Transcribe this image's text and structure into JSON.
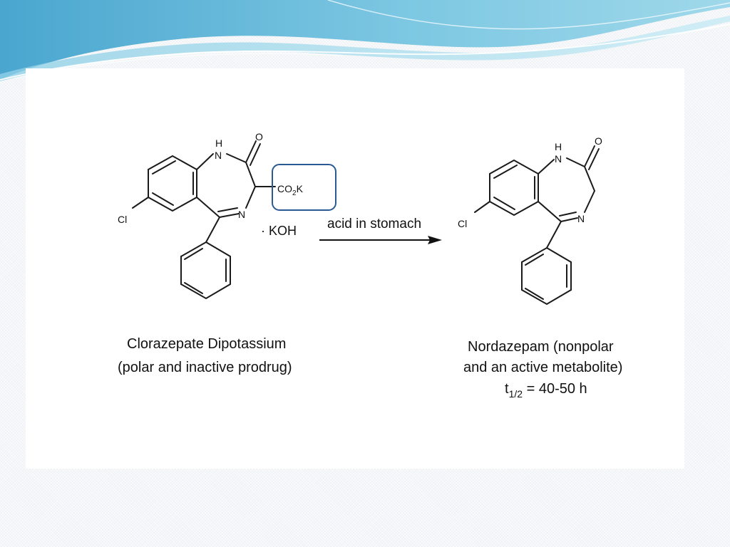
{
  "reactant": {
    "atoms": {
      "nh_h": "H",
      "nh_n": "N",
      "carbonyl_o": "O",
      "imine_n": "N",
      "cl": "Cl",
      "carboxylate": "CO",
      "carboxylate_sub": "2",
      "carboxylate_k": "K"
    },
    "salt": "· KOH",
    "caption_line1": "Clorazepate Dipotassium",
    "caption_line2": "(polar and inactive prodrug)"
  },
  "arrow": {
    "label": "acid in stomach"
  },
  "product": {
    "atoms": {
      "nh_h": "H",
      "nh_n": "N",
      "carbonyl_o": "O",
      "imine_n": "N",
      "cl": "Cl"
    },
    "caption_line1": "Nordazepam (nonpolar",
    "caption_line2": "and an active metabolite)",
    "halflife_t": "t",
    "halflife_sub": "1/2",
    "halflife_value": " = 40-50 h"
  },
  "colors": {
    "highlight_box": "#2a5a94",
    "wave_primary": "#5ab4d6",
    "wave_light": "#a9dced"
  }
}
